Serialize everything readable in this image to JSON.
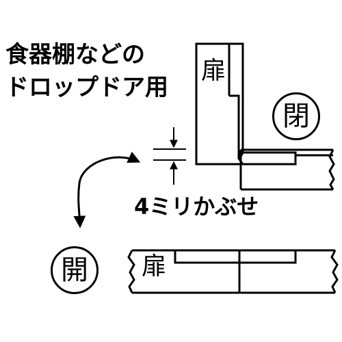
{
  "title": {
    "line1": "食器棚などの",
    "line2": "ドロップドア用"
  },
  "door_label": "扉",
  "state_badge": "閉",
  "state_badge_open": "開",
  "overlay_label": "4ミリかぶせ"
}
